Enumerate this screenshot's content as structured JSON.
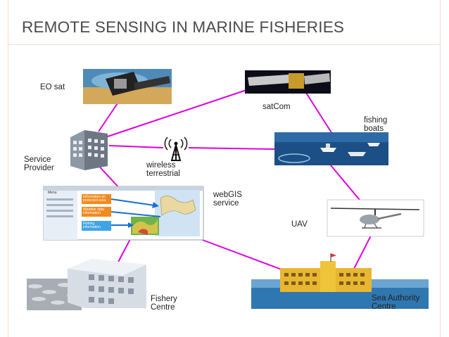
{
  "title": "REMOTE SENSING IN MARINE FISHERIES",
  "nodes": {
    "eo_sat": {
      "label": "EO sat",
      "icon": "satellite-icon"
    },
    "satcom": {
      "label": "satCom",
      "icon": "satellite-icon"
    },
    "fishing_boats": {
      "label": "fishing\nboats",
      "icon": "boats-icon"
    },
    "service_provider": {
      "label": "Service\nProvider",
      "icon": "building-icon"
    },
    "wireless": {
      "label": "wireless\nterrestrial",
      "icon": "antenna-icon"
    },
    "webgis": {
      "label": "webGIS\nservice",
      "icon": "webgis-screenshot-icon",
      "sidebar_header": "Menu",
      "panels": [
        "Information on\nprotected area",
        "Weather data\ninformation",
        "Fishing\ninformation"
      ]
    },
    "uav": {
      "label": "UAV",
      "icon": "uav-helicopter-icon"
    },
    "fishery_centre": {
      "label": "Fishery\nCentre",
      "icon": "fishery-building-icon"
    },
    "sea_authority": {
      "label": "Sea Authority\nCentre",
      "icon": "authority-building-icon"
    }
  },
  "colors": {
    "connector": "#e000e0",
    "title": "#4a4a4a",
    "arrow": "#1a6fd0",
    "panel_orange": "#f28a1e",
    "panel_blue": "#3fa4e6"
  }
}
